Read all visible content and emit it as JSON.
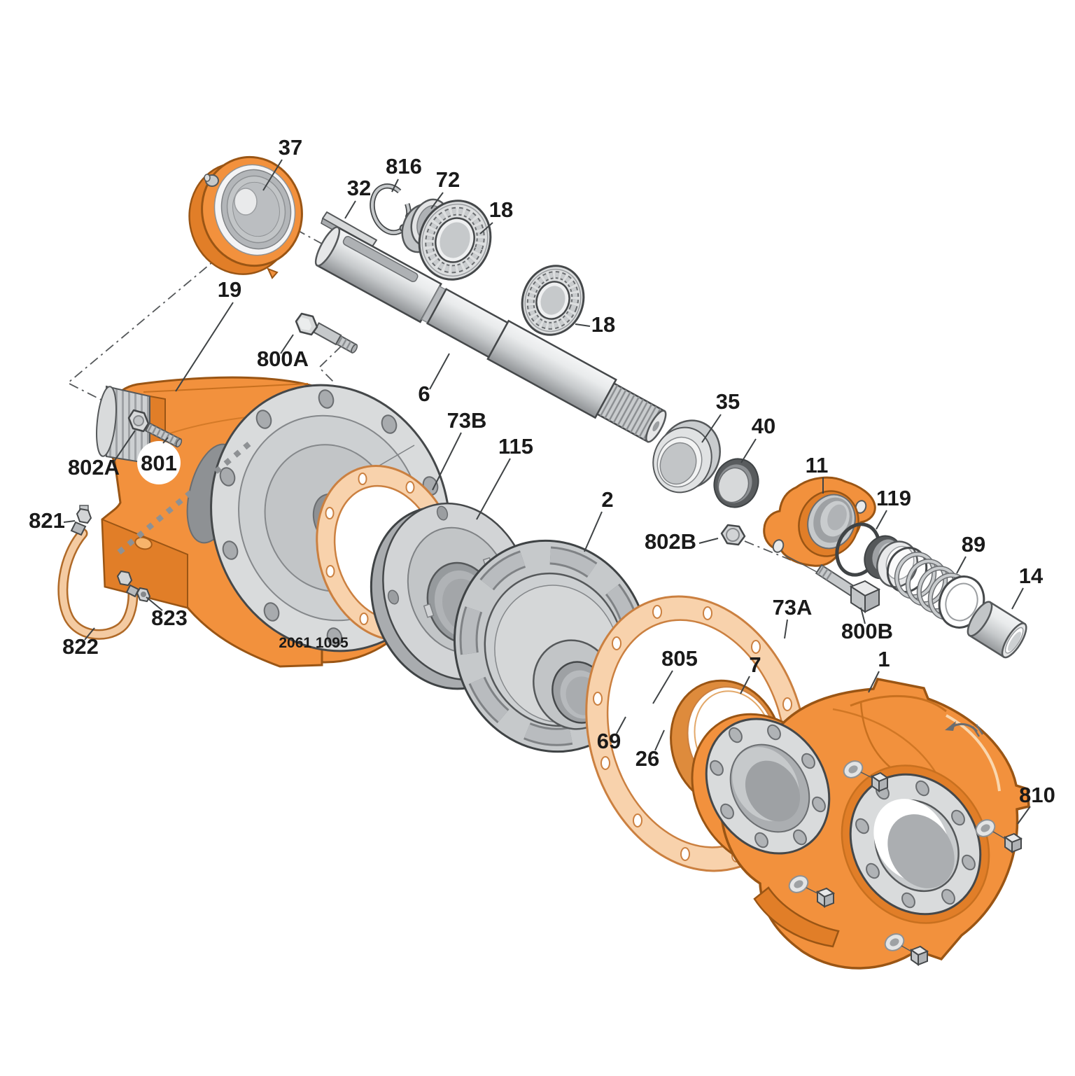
{
  "diagram_type": "exploded-parts-diagram",
  "drawing_number": "2061 1095",
  "palette": {
    "orange": "#F2913D",
    "orange_shade": "#E17E28",
    "orange_line": "#9A5514",
    "gasket_tan": "#F8D2AC",
    "gasket_edge": "#CB8040",
    "metal_light": "#E8E9EA",
    "metal_mid": "#C6C9CB",
    "metal_dark": "#8E9194",
    "outline": "#45484A",
    "label_text": "#1A1A1A"
  },
  "callouts": {
    "bearing_cover": "37",
    "retaining_ring": "816",
    "shaft_key": "32",
    "bearing_spacer": "72",
    "bearing_outboard": "18",
    "bearing_inboard": "18",
    "bearing_frame": "19",
    "frame_bolt": "800A",
    "shaft": "6",
    "labyrinth_seal": "35",
    "seal_washer": "40",
    "seal_gland": "11",
    "o_ring": "119",
    "gland_nut": "802B",
    "mechanical_seal": "89",
    "shaft_sleeve": "14",
    "gland_bolt": "800B",
    "frame_nut": "802A",
    "grease_stud": "801",
    "grease_elbow": "821",
    "grease_tube": "822",
    "grease_fitting": "823",
    "frame_gasket": "73B",
    "stuffing_box_cover": "115",
    "impeller": "2",
    "casing_gasket": "73A",
    "impeller_washer": "69",
    "lock_washer": "805",
    "wear_ring": "7",
    "impeller_bolt": "26",
    "casing": "1",
    "pipe_plug": "810"
  }
}
